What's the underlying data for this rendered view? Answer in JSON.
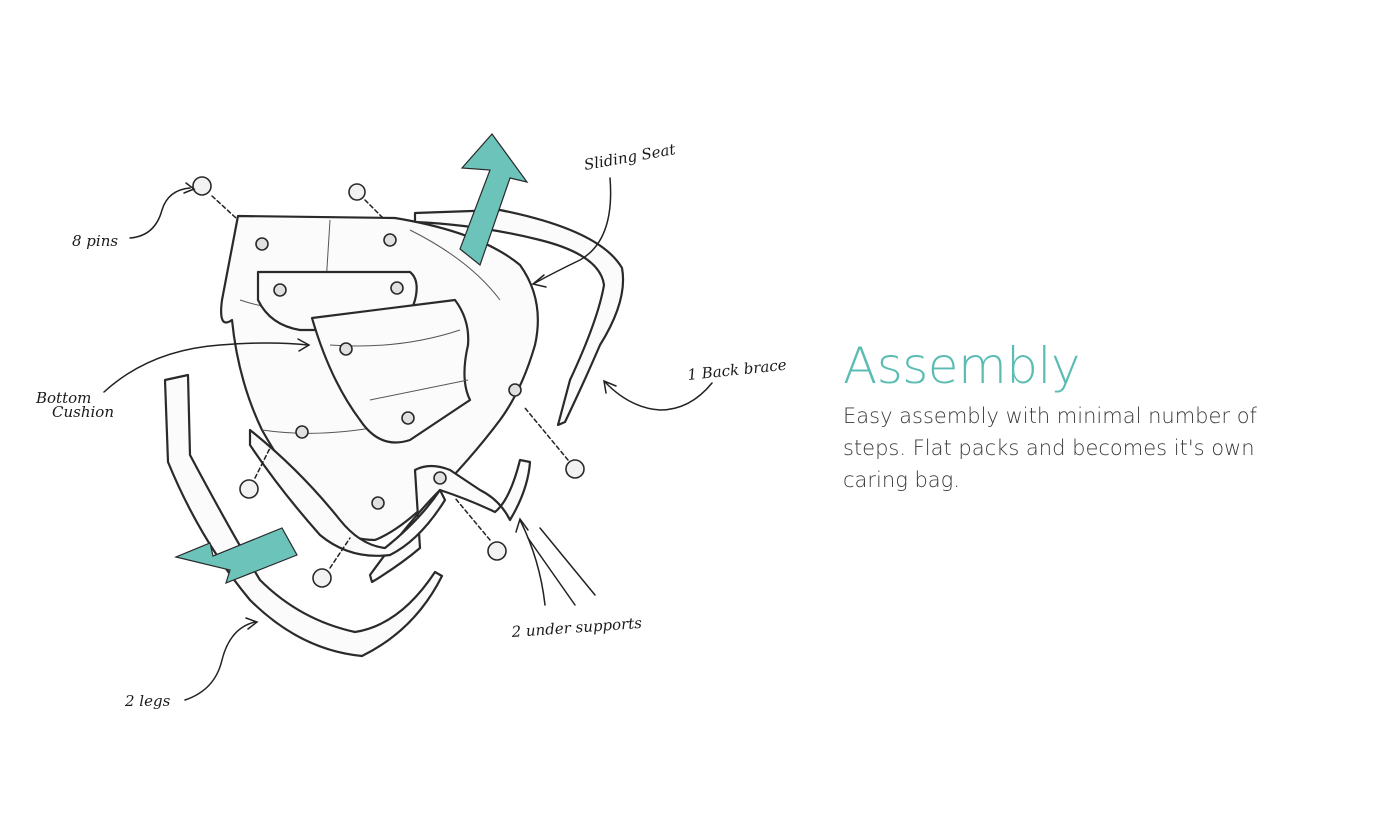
{
  "heading": "Assembly",
  "description": "Easy assembly with minimal number of steps. Flat packs and becomes it's own caring bag.",
  "accent_color": "#6cc3ba",
  "sketch": {
    "labels": {
      "pins": "8 pins",
      "seat": "Sliding Seat",
      "cushion_line1": "Bottom",
      "cushion_line2": "Cushion",
      "back_brace": "1 Back brace",
      "under_supports": "2 under supports",
      "legs": "2 legs"
    }
  }
}
